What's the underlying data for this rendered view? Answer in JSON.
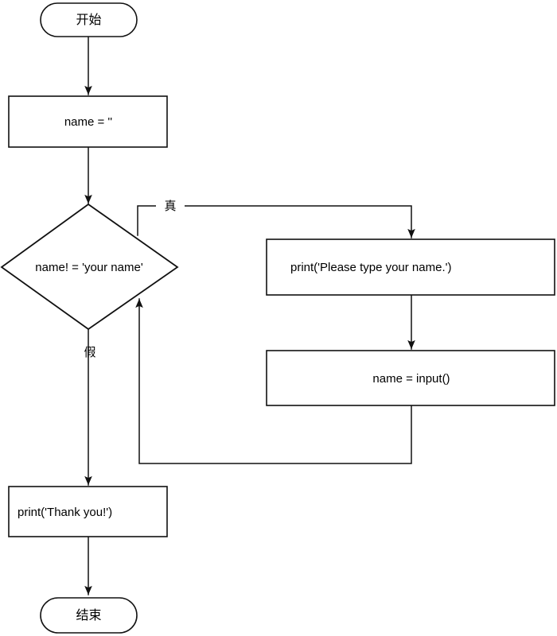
{
  "diagram": {
    "type": "flowchart",
    "orientation": "top-to-bottom",
    "background_color": "#ffffff",
    "stroke_color": "#111111",
    "fill_color": "#ffffff",
    "nodes": [
      {
        "id": "start",
        "shape": "terminal",
        "label": "开始"
      },
      {
        "id": "init_name",
        "shape": "process",
        "label": "name = ''"
      },
      {
        "id": "condition",
        "shape": "decision",
        "label": "name! = 'your name'"
      },
      {
        "id": "print_prompt",
        "shape": "process",
        "label": "print('Please type your name.')"
      },
      {
        "id": "read_input",
        "shape": "process",
        "label": "name = input()"
      },
      {
        "id": "print_thanks",
        "shape": "process",
        "label": "print('Thank you!')"
      },
      {
        "id": "end",
        "shape": "terminal",
        "label": "结束"
      }
    ],
    "edges": [
      {
        "from": "start",
        "to": "init_name",
        "label": ""
      },
      {
        "from": "init_name",
        "to": "condition",
        "label": ""
      },
      {
        "from": "condition",
        "to": "print_prompt",
        "label": "真"
      },
      {
        "from": "print_prompt",
        "to": "read_input",
        "label": ""
      },
      {
        "from": "read_input",
        "to": "condition",
        "label": ""
      },
      {
        "from": "condition",
        "to": "print_thanks",
        "label": "假"
      },
      {
        "from": "print_thanks",
        "to": "end",
        "label": ""
      }
    ],
    "labels": {
      "true_branch": "真",
      "false_branch": "假"
    }
  }
}
